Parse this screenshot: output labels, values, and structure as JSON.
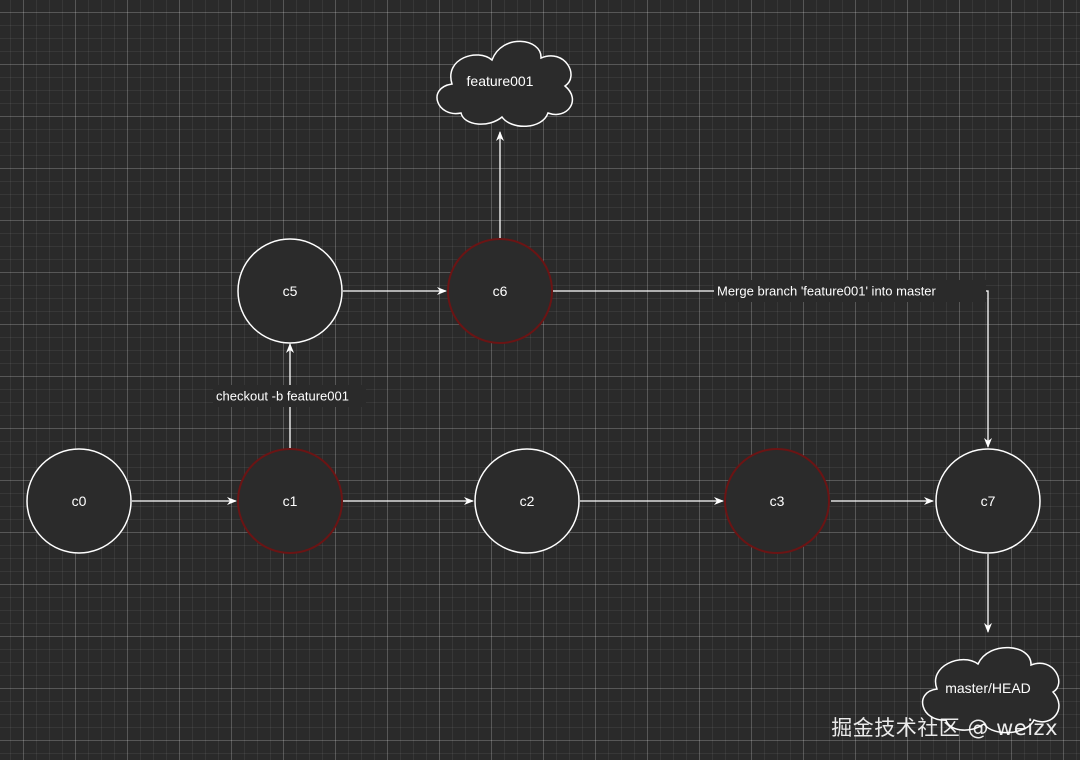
{
  "diagram": {
    "nodes": {
      "c0": {
        "label": "c0"
      },
      "c1": {
        "label": "c1"
      },
      "c2": {
        "label": "c2"
      },
      "c3": {
        "label": "c3"
      },
      "c5": {
        "label": "c5"
      },
      "c6": {
        "label": "c6"
      },
      "c7": {
        "label": "c7"
      }
    },
    "branches": {
      "feature": {
        "label": "feature001"
      },
      "master": {
        "label": "master/HEAD"
      }
    },
    "edge_labels": {
      "checkout": "checkout -b feature001",
      "merge": "Merge branch 'feature001' into master"
    }
  },
  "colors": {
    "background": "#2a2a2a",
    "node_fill": "#2b2b2b",
    "node_stroke": "#ffffff",
    "highlight_stroke": "#6b1414",
    "edge": "#ffffff"
  },
  "watermark": {
    "text": "掘金技术社区 @ weizx"
  }
}
